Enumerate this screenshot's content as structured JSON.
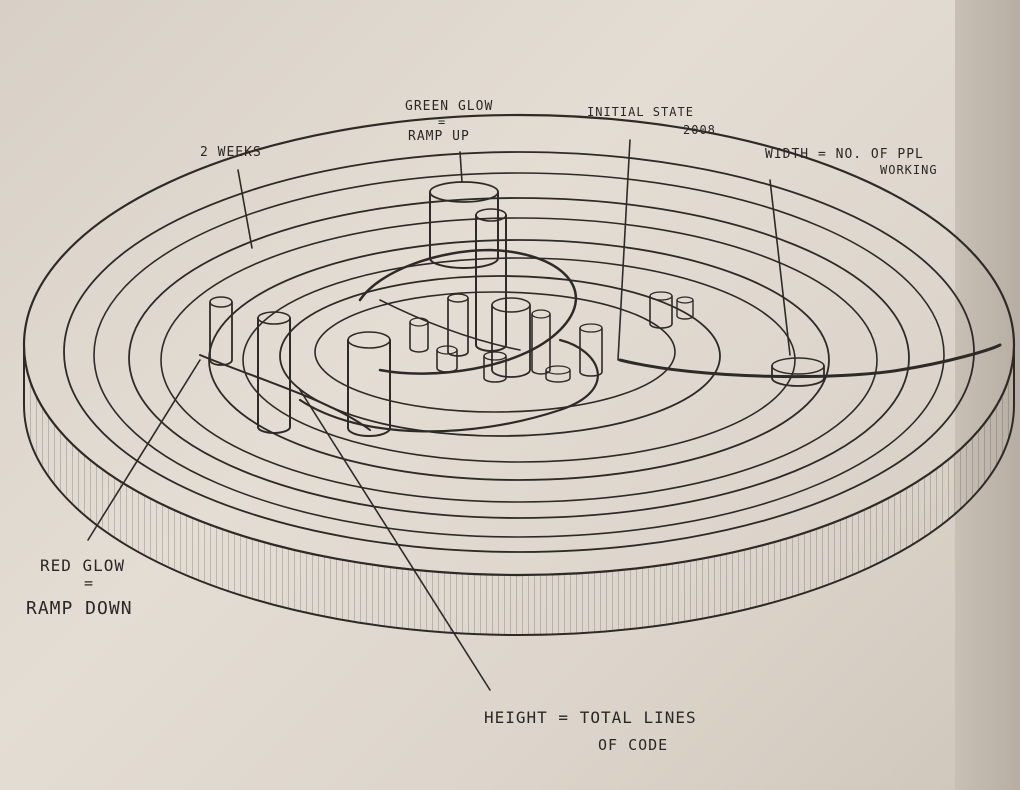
{
  "labels": {
    "green_glow": "GREEN GLOW",
    "green_eq": "=",
    "ramp_up": "RAMP UP",
    "initial_state": "INITIAL STATE",
    "year": "2008",
    "two_weeks": "2 WEEKS",
    "width_line1": "WIDTH = NO. OF PPL",
    "width_line2": "WORKING",
    "red_glow": "RED GLOW",
    "red_eq": "=",
    "ramp_down": "RAMP DOWN",
    "height_line1": "HEIGHT = TOTAL LINES",
    "height_line2": "OF CODE"
  },
  "colors": {
    "ink": "#2e2a28",
    "paper": "#ddd5cb"
  }
}
